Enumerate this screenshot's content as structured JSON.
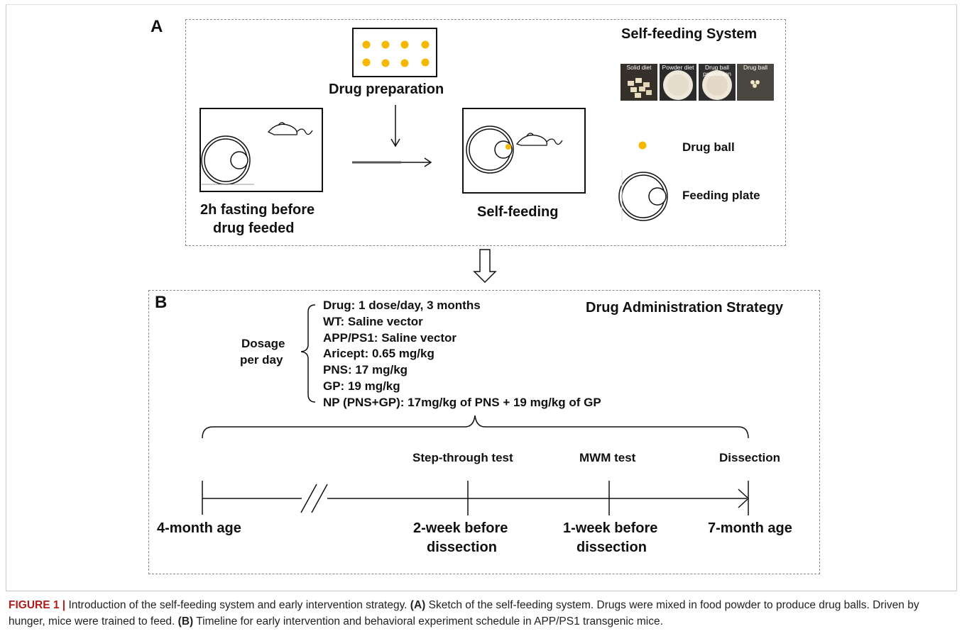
{
  "panelA": {
    "letter": "A",
    "title": "Self-feeding System",
    "drug_preparation": "Drug preparation",
    "fasting_label_1": "2h fasting before",
    "fasting_label_2": "drug feeded",
    "self_feeding": "Self-feeding",
    "legend": [
      {
        "label": "Drug ball",
        "icon": "drug-ball-icon"
      },
      {
        "label": "Feeding plate",
        "icon": "feeding-plate-icon"
      }
    ],
    "photos": [
      "Solid diet",
      "Powder diet",
      "Drug ball production",
      "Drug ball"
    ],
    "colors": {
      "drug_ball": "#f5b800"
    }
  },
  "panelB": {
    "letter": "B",
    "title": "Drug Administration Strategy",
    "dosage_label_1": "Dosage",
    "dosage_label_2": "per day",
    "dosage_items": [
      "Drug: 1 dose/day, 3 months",
      "WT: Saline vector",
      "APP/PS1: Saline vector",
      "Aricept: 0.65 mg/kg",
      "PNS: 17 mg/kg",
      "GP: 19 mg/kg",
      "NP (PNS+GP): 17mg/kg of PNS + 19 mg/kg of GP"
    ],
    "timeline_events": [
      "Step-through test",
      "MWM test",
      "Dissection"
    ],
    "timeline_start": "4-month age",
    "timeline_mid1_1": "2-week before",
    "timeline_mid1_2": "dissection",
    "timeline_mid2_1": "1-week before",
    "timeline_mid2_2": "dissection",
    "timeline_end": "7-month age"
  },
  "caption": {
    "figure": "FIGURE 1 |",
    "text1": " Introduction of the self-feeding system and early intervention strategy. ",
    "a": "(A)",
    "text2": " Sketch of the self-feeding system. Drugs were mixed in food powder to produce drug balls. Driven by hunger, mice were trained to feed. ",
    "b": "(B)",
    "text3": " Timeline for early intervention and behavioral experiment schedule in APP/PS1 transgenic mice."
  }
}
